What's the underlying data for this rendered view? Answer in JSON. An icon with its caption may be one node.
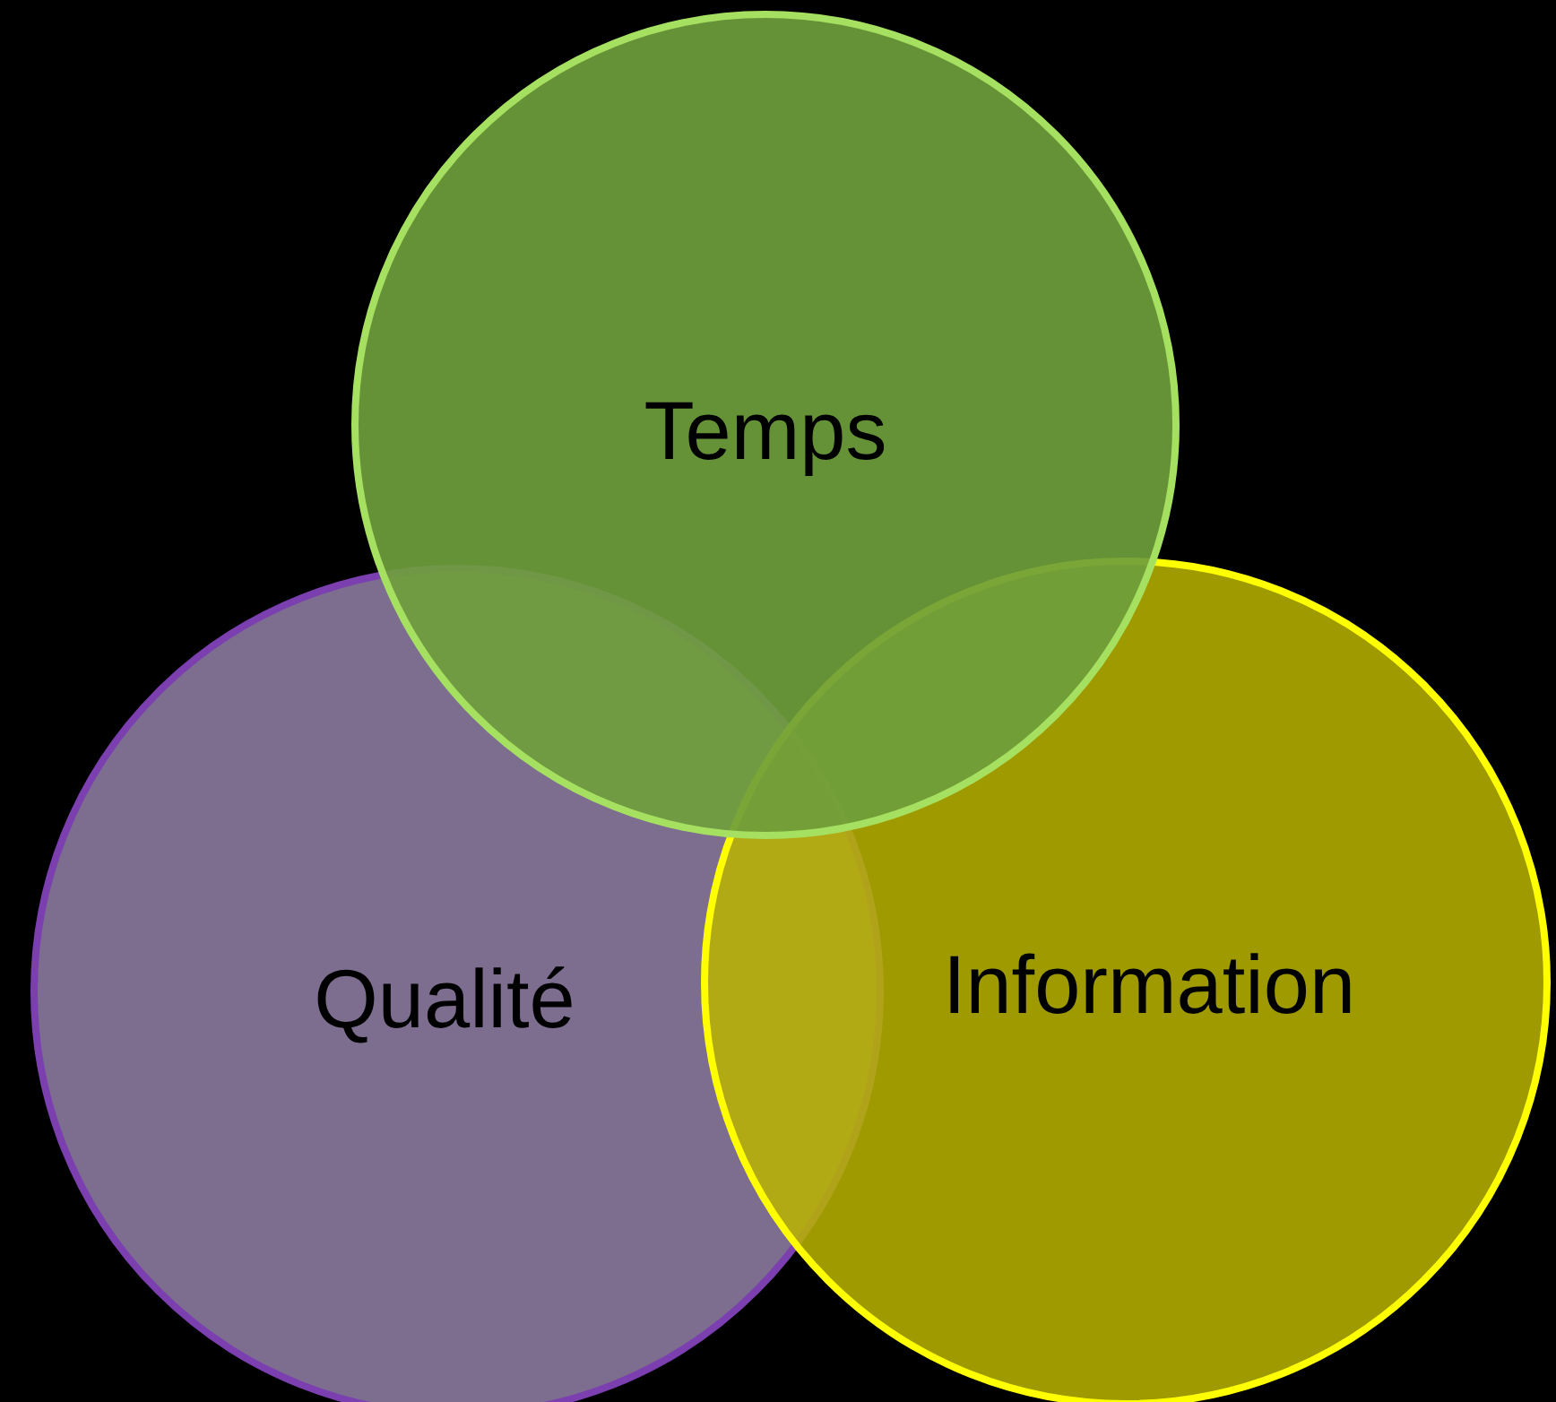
{
  "diagram": {
    "nodes": [
      {
        "text": [
          "Temps"
        ]
      },
      {
        "text": [
          "Qualité"
        ]
      },
      {
        "text": [
          "Information"
        ]
      }
    ]
  }
}
